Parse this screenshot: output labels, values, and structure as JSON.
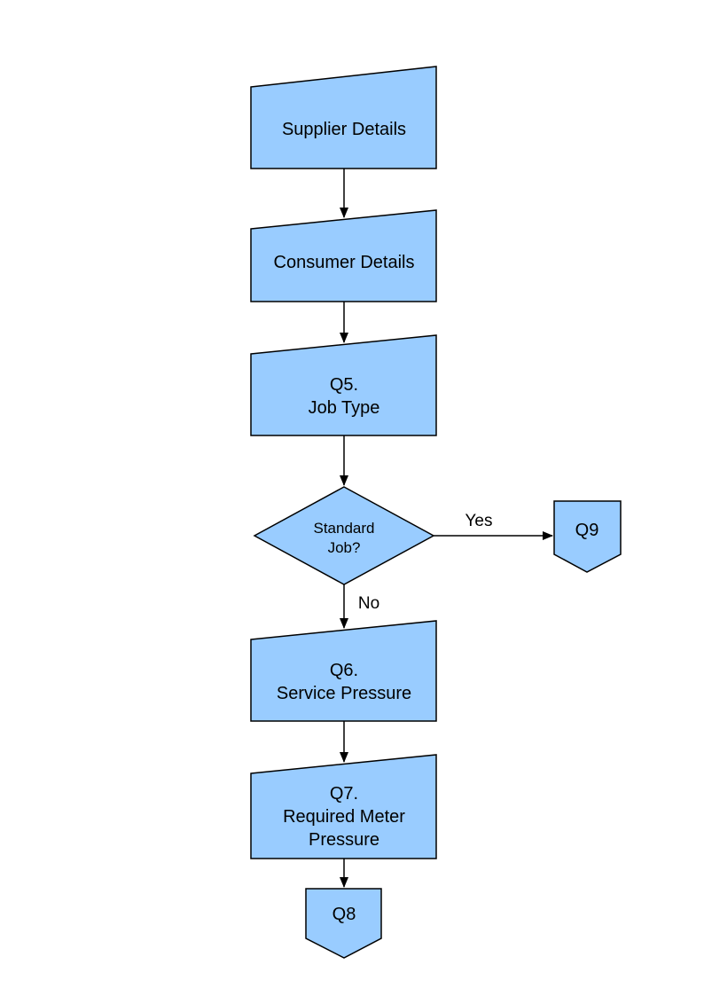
{
  "diagram": {
    "type": "flowchart",
    "colors": {
      "node_fill": "#99CCFF",
      "node_stroke": "#000000",
      "text": "#000000",
      "background": "#FFFFFF"
    },
    "nodes": {
      "supplier": {
        "type": "manual-input",
        "label": "Supplier Details"
      },
      "consumer": {
        "type": "manual-input",
        "label": "Consumer Details"
      },
      "q5": {
        "type": "manual-input",
        "line1": "Q5.",
        "line2": "Job Type"
      },
      "decision": {
        "type": "decision",
        "line1": "Standard",
        "line2": "Job?"
      },
      "q9": {
        "type": "off-page-connector",
        "label": "Q9"
      },
      "q6": {
        "type": "manual-input",
        "line1": "Q6.",
        "line2": "Service Pressure"
      },
      "q7": {
        "type": "manual-input",
        "line1": "Q7.",
        "line2": "Required Meter",
        "line3": "Pressure"
      },
      "q8": {
        "type": "off-page-connector",
        "label": "Q8"
      }
    },
    "edges": {
      "yes_label": "Yes",
      "no_label": "No"
    }
  }
}
